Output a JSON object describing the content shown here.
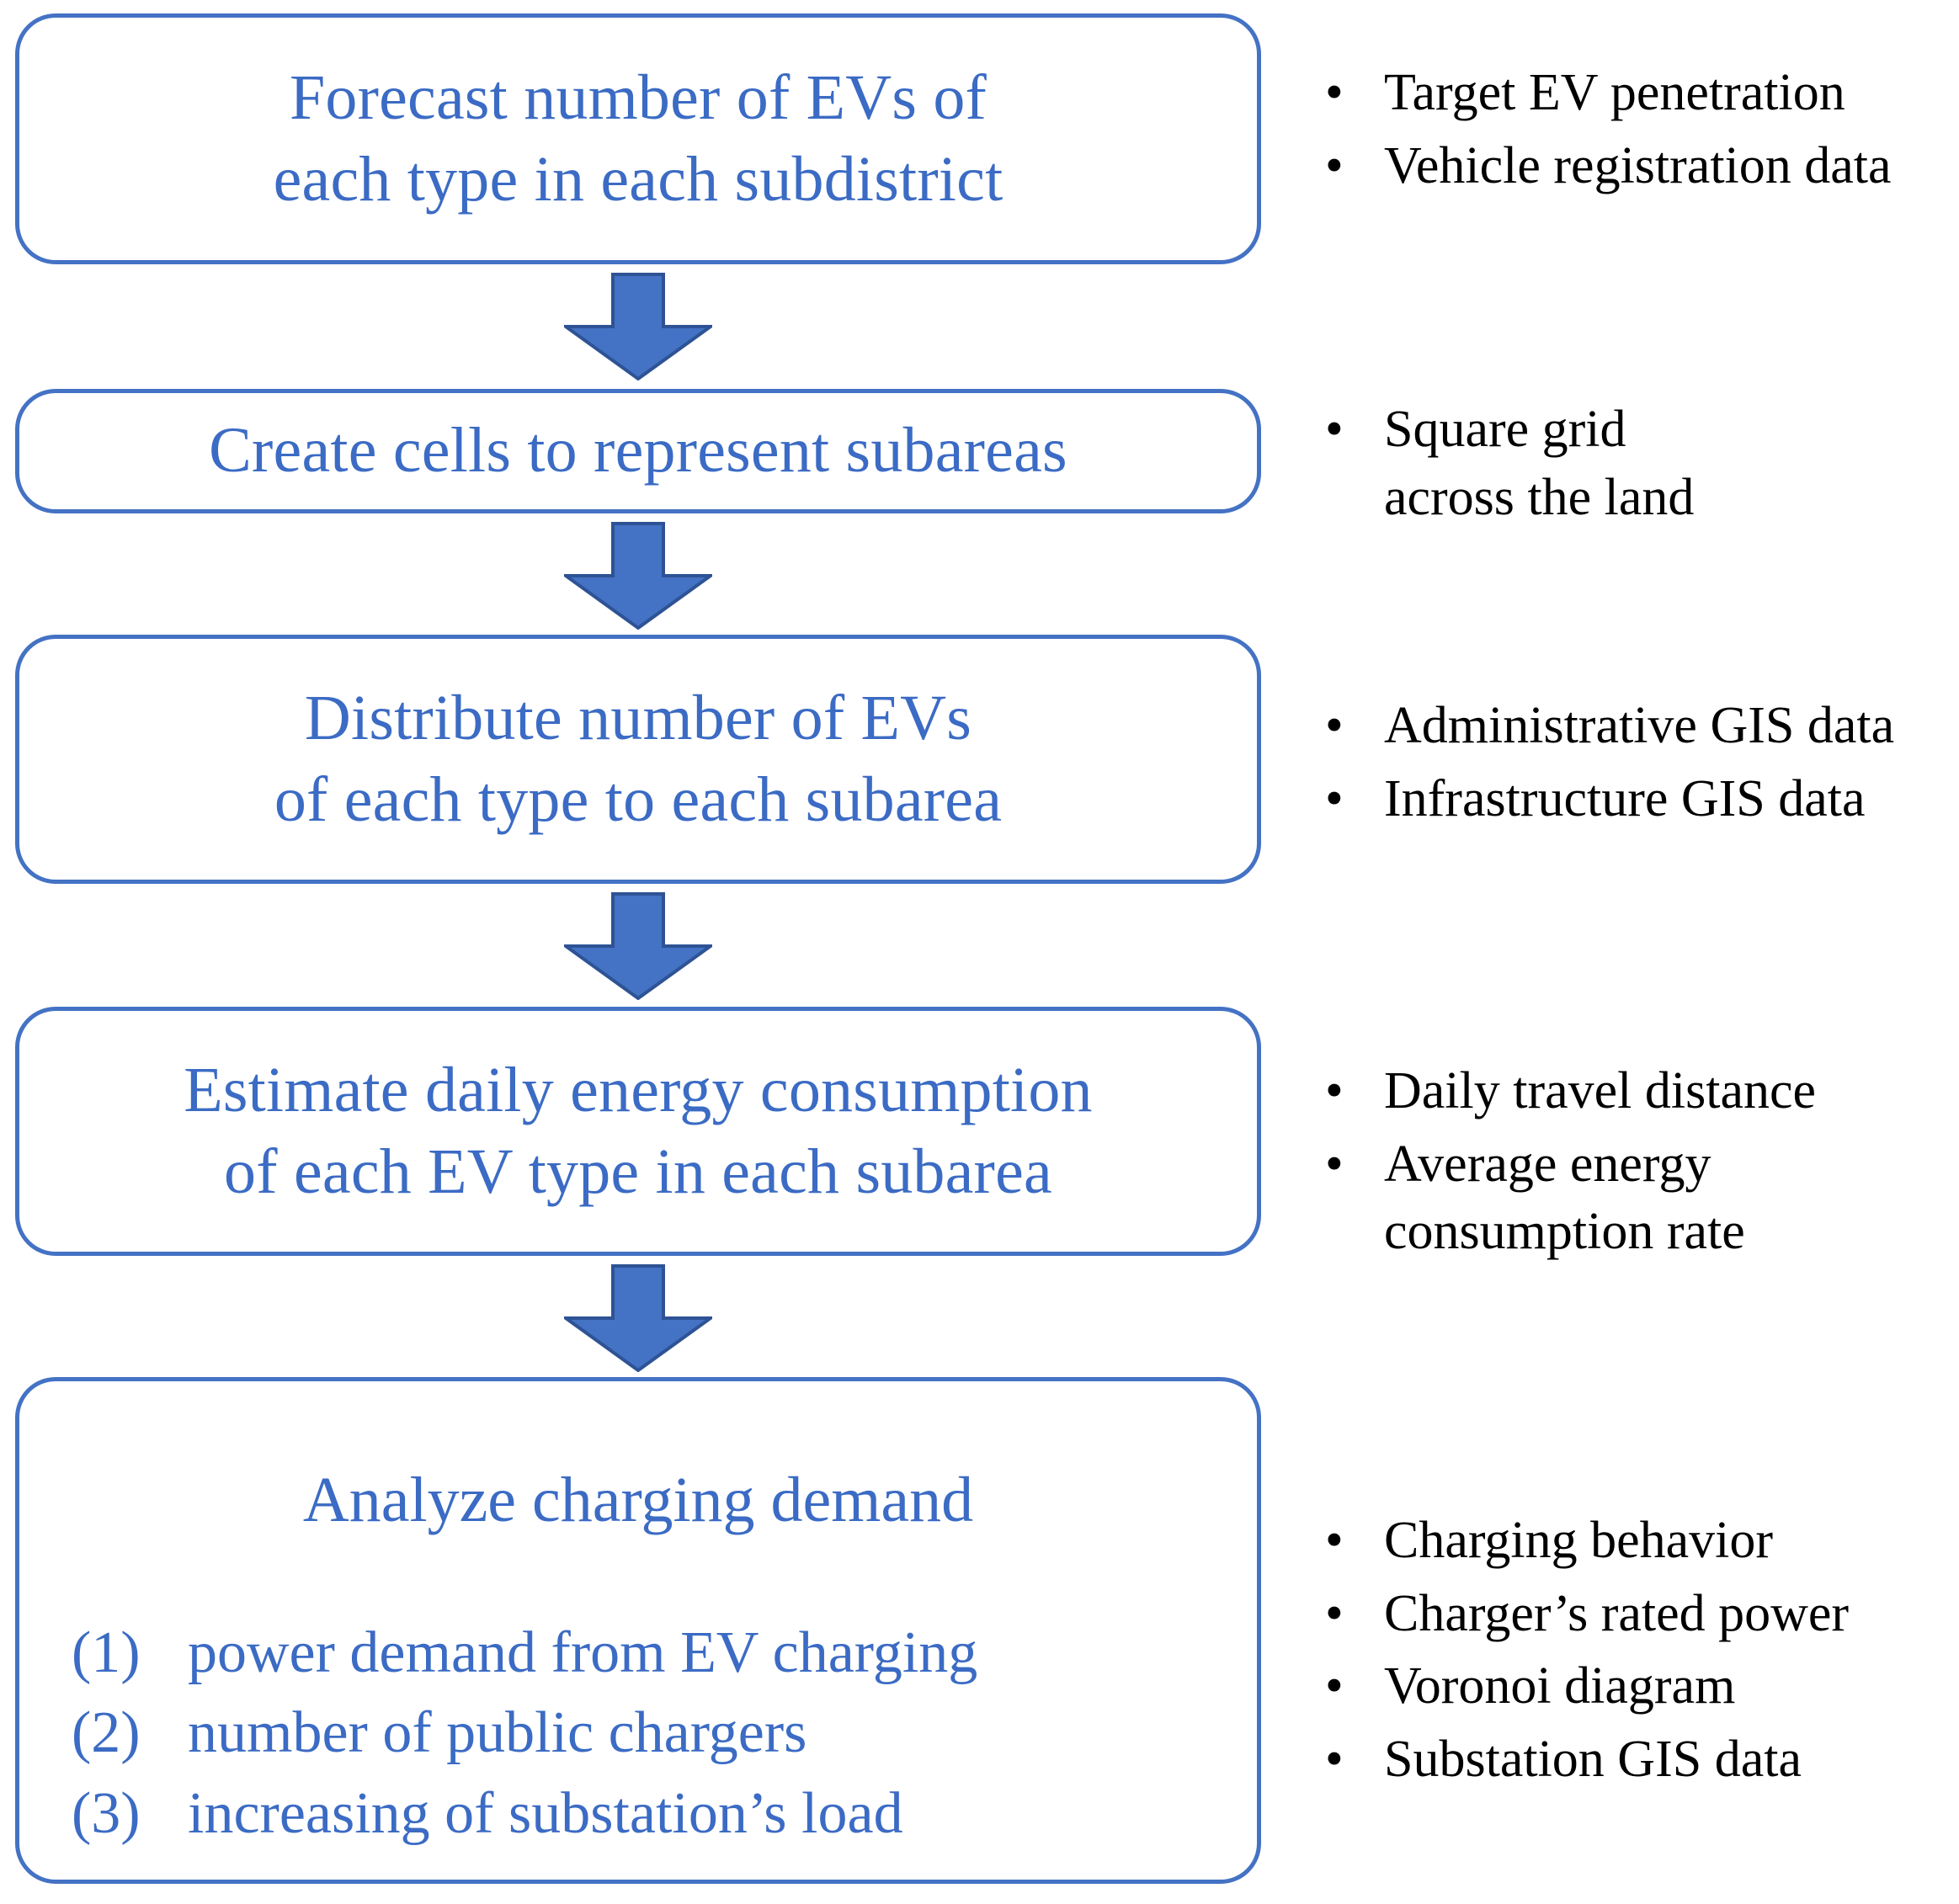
{
  "diagram": {
    "title": "EV charging demand analysis methodology flowchart",
    "accent_color": "#4472C4",
    "box_text_color": "#3B6BC4",
    "bullet_text_color": "#000000",
    "bullet_glyph": "•",
    "steps": [
      {
        "id": "step-1",
        "text": "Forecast number of EVs of\neach type in each subdistrict",
        "inputs": [
          "Target EV penetration",
          "Vehicle registration data"
        ]
      },
      {
        "id": "step-2",
        "text": "Create cells to represent subareas",
        "inputs": [
          "Square grid\nacross the land"
        ]
      },
      {
        "id": "step-3",
        "text": "Distribute number of EVs\nof each type to each subarea",
        "inputs": [
          "Administrative GIS data",
          "Infrastructure GIS data"
        ]
      },
      {
        "id": "step-4",
        "text": "Estimate daily energy consumption\nof each EV type in each subarea",
        "inputs": [
          "Daily travel distance",
          "Average energy\nconsumption rate"
        ]
      },
      {
        "id": "step-5",
        "text": "Analyze charging demand",
        "outputs": [
          {
            "marker": "(1)",
            "text": "power demand from EV charging"
          },
          {
            "marker": "(2)",
            "text": "number of public chargers"
          },
          {
            "marker": "(3)",
            "text": "increasing of substation’s load"
          }
        ],
        "inputs": [
          "Charging behavior",
          "Charger’s rated power",
          "Voronoi diagram",
          "Substation GIS data"
        ]
      }
    ]
  }
}
